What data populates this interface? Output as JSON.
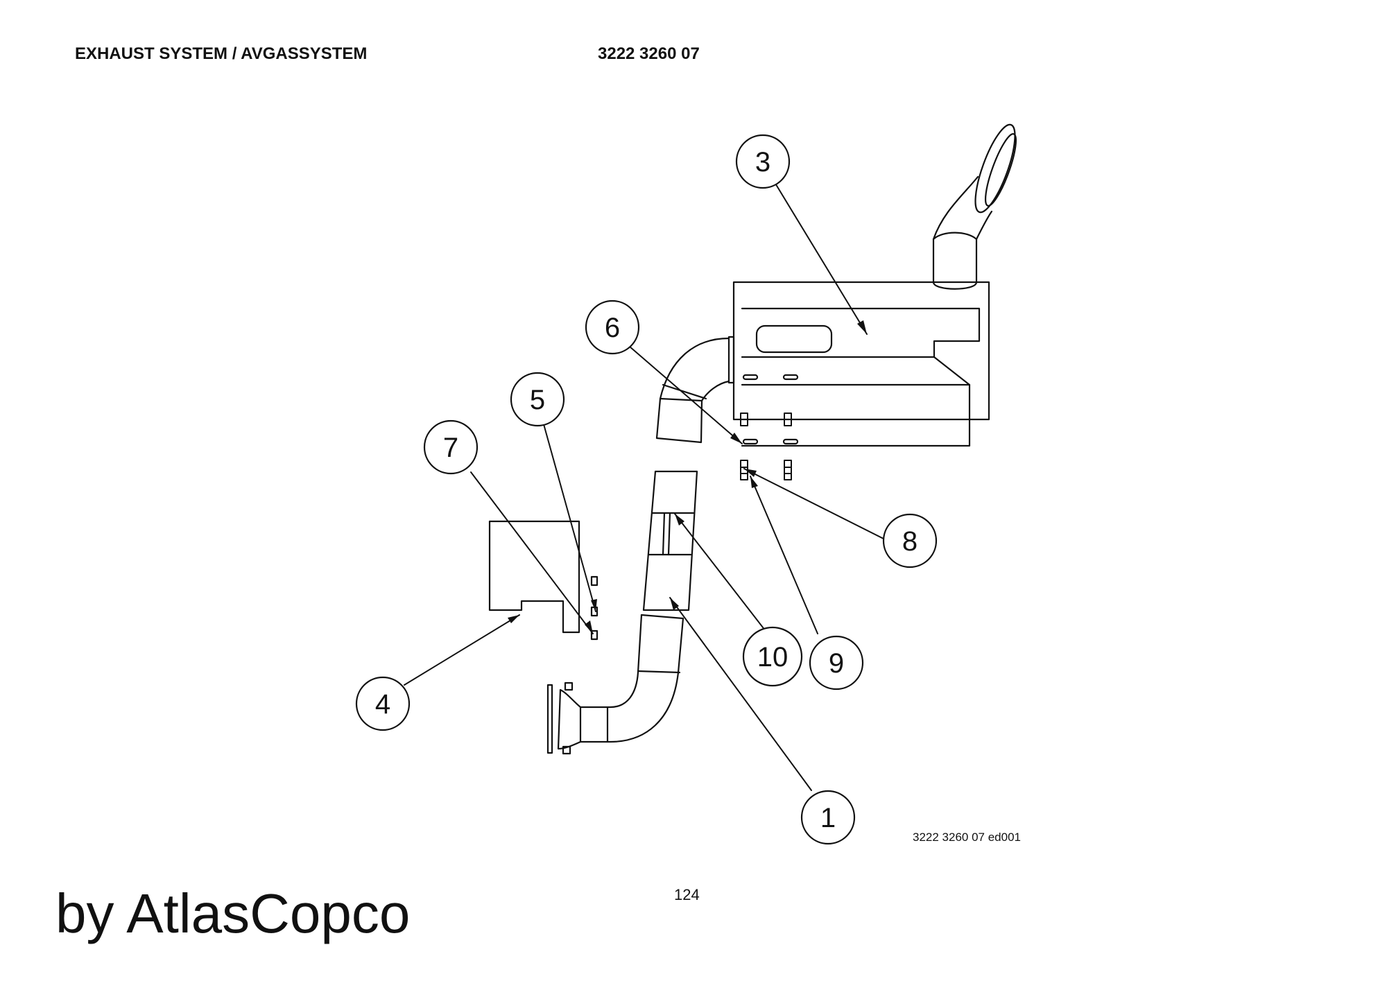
{
  "header": {
    "title": "EXHAUST SYSTEM / AVGASSYSTEM",
    "doc_number": "3222 3260 07"
  },
  "diagram": {
    "callouts": [
      "3",
      "6",
      "5",
      "7",
      "8",
      "10",
      "9",
      "4",
      "1"
    ],
    "image_ref": "3222 3260 07 ed001"
  },
  "footer": {
    "page_number": "124",
    "brand": "by AtlasCopco"
  }
}
